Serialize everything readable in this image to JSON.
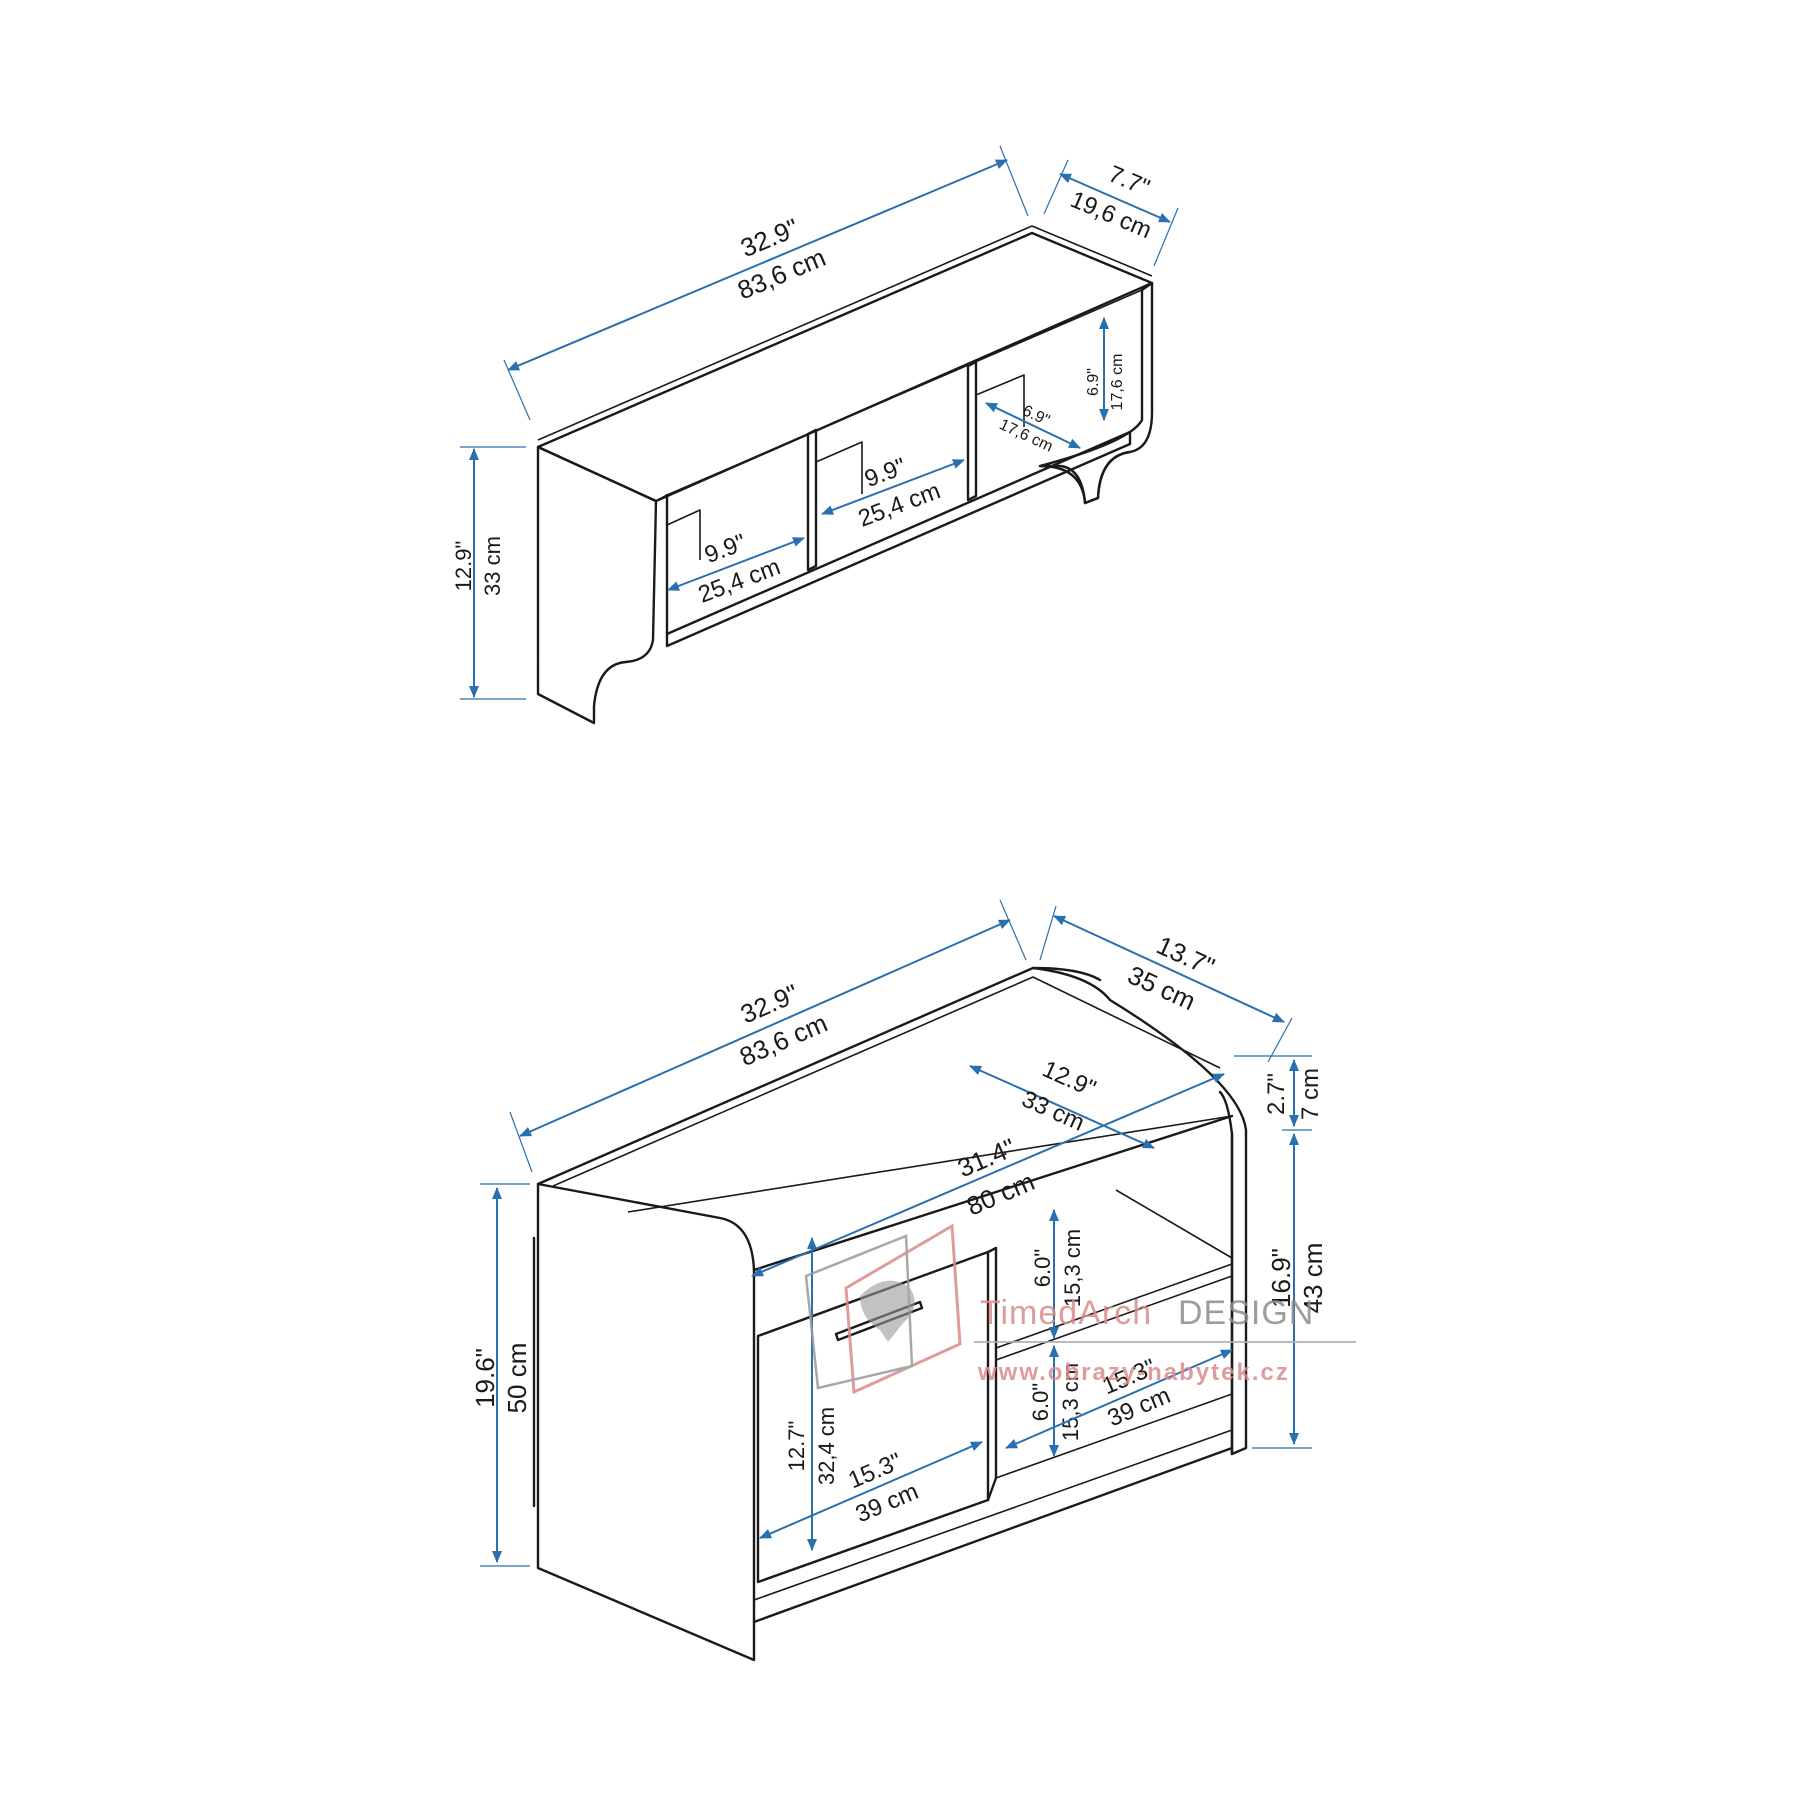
{
  "colors": {
    "outline": "#1a1a1a",
    "dimension": "#2a6fae",
    "watermark_red": "#d98b8b",
    "watermark_gray": "#8c8c8c"
  },
  "wall_shelf": {
    "width": {
      "in": "32.9\"",
      "cm": "83,6 cm"
    },
    "depth": {
      "in": "7.7\"",
      "cm": "19,6 cm"
    },
    "height": {
      "in": "12.9\"",
      "cm": "33 cm"
    },
    "compartment_height": {
      "in": "6.9\"",
      "cm": "17,6 cm"
    },
    "compartment_depth": {
      "in": "6.9\"",
      "cm": "17,6 cm"
    },
    "compartment_width_middle": {
      "in": "9.9\"",
      "cm": "25,4 cm"
    },
    "compartment_width_left": {
      "in": "9.9\"",
      "cm": "25,4 cm"
    }
  },
  "shoe_bench": {
    "width": {
      "in": "32.9\"",
      "cm": "83,6 cm"
    },
    "depth": {
      "in": "13.7\"",
      "cm": "35 cm"
    },
    "top_depth": {
      "in": "12.9\"",
      "cm": "33 cm"
    },
    "inner_width": {
      "in": "31.4\"",
      "cm": "80 cm"
    },
    "top_recess": {
      "in": "2.7\"",
      "cm": "7 cm"
    },
    "body_height": {
      "in": "16.9\"",
      "cm": "43 cm"
    },
    "total_height": {
      "in": "19.6\"",
      "cm": "50 cm"
    },
    "shelf_upper_height": {
      "in": "6.0\"",
      "cm": "15,3 cm"
    },
    "shelf_lower_height": {
      "in": "6.0\"",
      "cm": "15,3 cm"
    },
    "shelf_width": {
      "in": "15.3\"",
      "cm": "39 cm"
    },
    "door_height": {
      "in": "12.7\"",
      "cm": "32,4 cm"
    },
    "door_width": {
      "in": "15.3\"",
      "cm": "39 cm"
    }
  },
  "watermark": {
    "brand_part1": "TimedArch",
    "brand_part2": "DESIGN",
    "url": "www.obrazy-nabytek.cz"
  }
}
